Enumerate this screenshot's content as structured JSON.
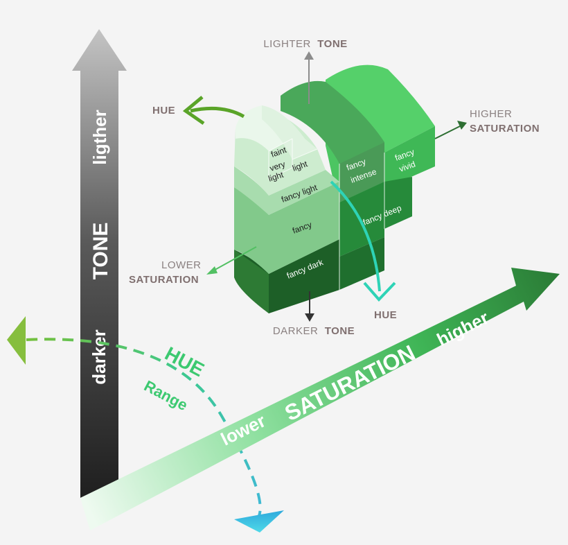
{
  "axes": {
    "tone": {
      "lighter": "ligther",
      "title": "TONE",
      "darker": "darker"
    },
    "saturation": {
      "lower": "lower",
      "title": "SATURATION",
      "higher": "higher"
    },
    "hue_range": {
      "hue": "HUE",
      "range": "Range"
    }
  },
  "labels": {
    "lighter_tone": {
      "prefix": "LIGHTER",
      "word": "TONE"
    },
    "darker_tone": {
      "prefix": "DARKER",
      "word": "TONE"
    },
    "higher_saturation": {
      "prefix": "HIGHER",
      "word": "SATURATION"
    },
    "lower_saturation": {
      "prefix": "LOWER",
      "word": "SATURATION"
    },
    "hue_left": "HUE",
    "hue_bottom": "HUE"
  },
  "cells": {
    "faint": "faint",
    "very": "very",
    "light_small": "light",
    "light": "light",
    "fancy_light": "fancy light",
    "fancy": "fancy",
    "fancy_dark": "fancy dark",
    "fancy_intense_1": "fancy",
    "fancy_intense_2": "intense",
    "fancy_vivid_1": "fancy",
    "fancy_vivid_2": "vivid",
    "fancy_deep": "fancy deep"
  },
  "colors": {
    "faint": "#e6f5e7",
    "light": "#cfeed2",
    "fancy_light": "#aee0b3",
    "fancy": "#7ec987",
    "fancy_dark": "#2a7430",
    "fancy_intense": "#499b56",
    "fancy_vivid": "#4fc764",
    "fancy_deep": "#268137",
    "hue_teal": "#30d0b0",
    "hue_green": "#5aa428"
  }
}
